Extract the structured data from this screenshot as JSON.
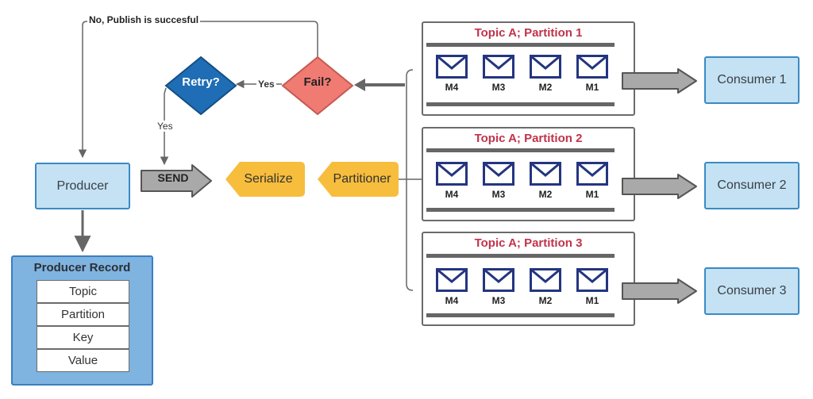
{
  "flow": {
    "producer": "Producer",
    "send": "SEND",
    "serialize": "Serialize",
    "partitioner": "Partitioner",
    "fail": "Fail?",
    "retry": "Retry?",
    "yes_fail_to_retry": "Yes",
    "yes_retry_to_send": "Yes",
    "no_publish": "No, Publish is succesful"
  },
  "record": {
    "title": "Producer Record",
    "fields": [
      "Topic",
      "Partition",
      "Key",
      "Value"
    ]
  },
  "topics": [
    {
      "title": "Topic A; Partition 1",
      "messages": [
        "M4",
        "M3",
        "M2",
        "M1"
      ]
    },
    {
      "title": "Topic A; Partition 2",
      "messages": [
        "M4",
        "M3",
        "M2",
        "M1"
      ]
    },
    {
      "title": "Topic A; Partition 3",
      "messages": [
        "M4",
        "M3",
        "M2",
        "M1"
      ]
    }
  ],
  "consumers": [
    "Consumer 1",
    "Consumer 2",
    "Consumer 3"
  ],
  "colors": {
    "light_blue_box": "#c4e2f4",
    "box_border_blue": "#3a8ac4",
    "record_blue": "#7fb3e0",
    "retry_blue": "#1f6db5",
    "fail_red": "#f07b73",
    "serialize_yellow": "#f7bd3c",
    "topic_title_red": "#c0334a",
    "envelope_navy": "#243580",
    "connector_gray": "#666666"
  },
  "icons": [
    "envelope-icon",
    "arrow-icon"
  ]
}
